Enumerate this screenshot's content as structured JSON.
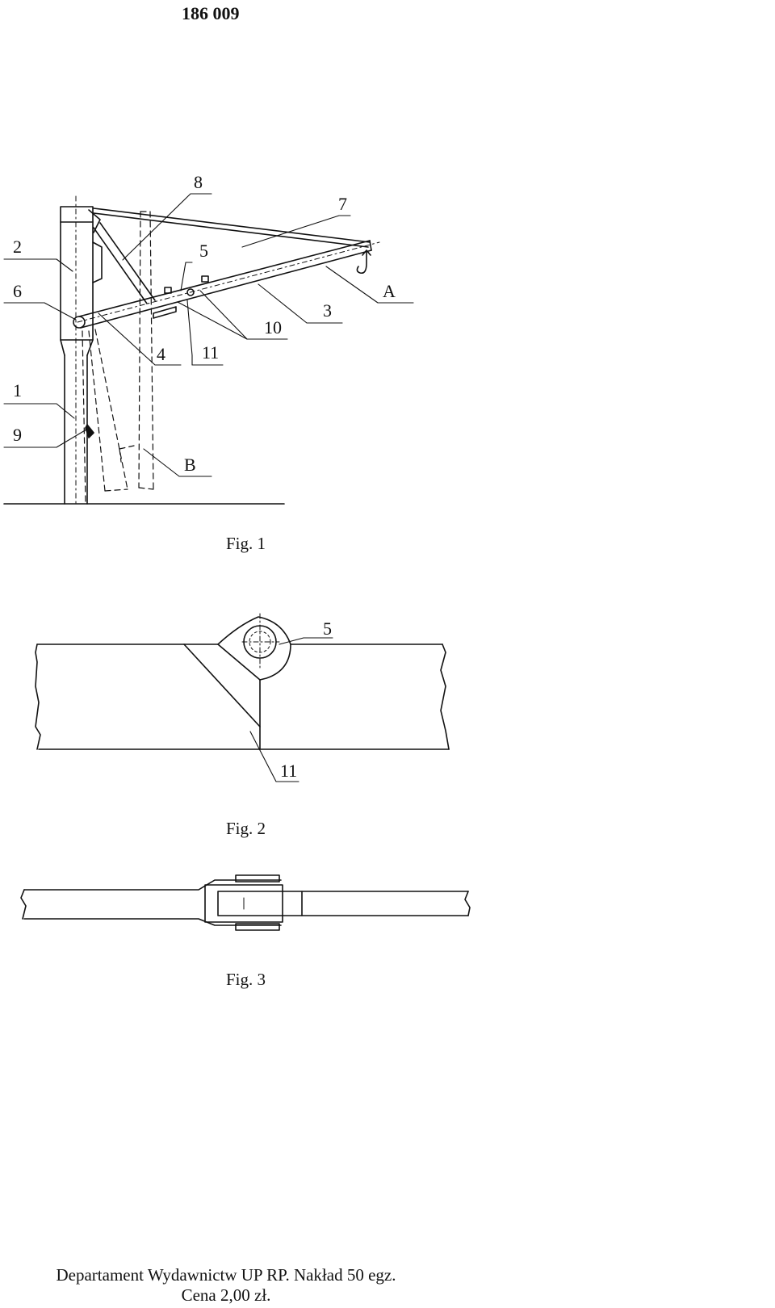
{
  "header": {
    "patent_number": "186 009"
  },
  "fig1": {
    "caption": "Fig. 1",
    "labels": {
      "l1": "1",
      "l2": "2",
      "l3": "3",
      "l4": "4",
      "l5": "5",
      "l6": "6",
      "l7": "7",
      "l8": "8",
      "l9": "9",
      "l10": "10",
      "l11": "11",
      "lA": "A",
      "lB": "B"
    }
  },
  "fig2": {
    "caption": "Fig. 2",
    "labels": {
      "l5": "5",
      "l11": "11"
    }
  },
  "fig3": {
    "caption": "Fig. 3"
  },
  "footer": {
    "line1": "Departament Wydawnictw UP RP. Nakład 50 egz.",
    "line2": "Cena 2,00 zł."
  }
}
